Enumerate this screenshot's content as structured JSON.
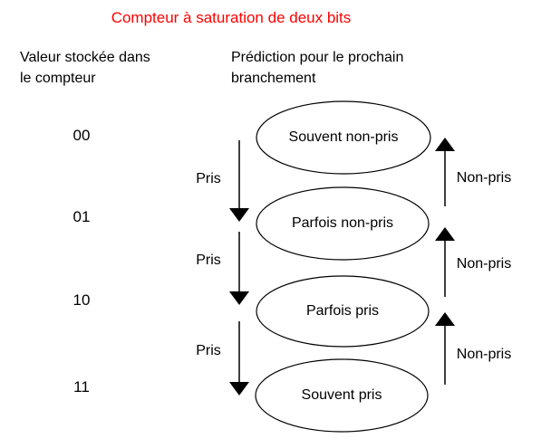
{
  "title": "Compteur à saturation de deux bits",
  "headers": {
    "left_line1": "Valeur stockée dans",
    "left_line2": "le compteur",
    "right_line1": "Prédiction pour le prochain",
    "right_line2": "branchement"
  },
  "counter_values": [
    "00",
    "01",
    "10",
    "11"
  ],
  "states": [
    "Souvent non-pris",
    "Parfois non-pris",
    "Parfois pris",
    "Souvent pris"
  ],
  "labels": {
    "taken": "Pris",
    "not_taken": "Non-pris"
  },
  "colors": {
    "title": "#ff0000",
    "text": "#000000",
    "line": "#000000",
    "background": "#ffffff"
  }
}
